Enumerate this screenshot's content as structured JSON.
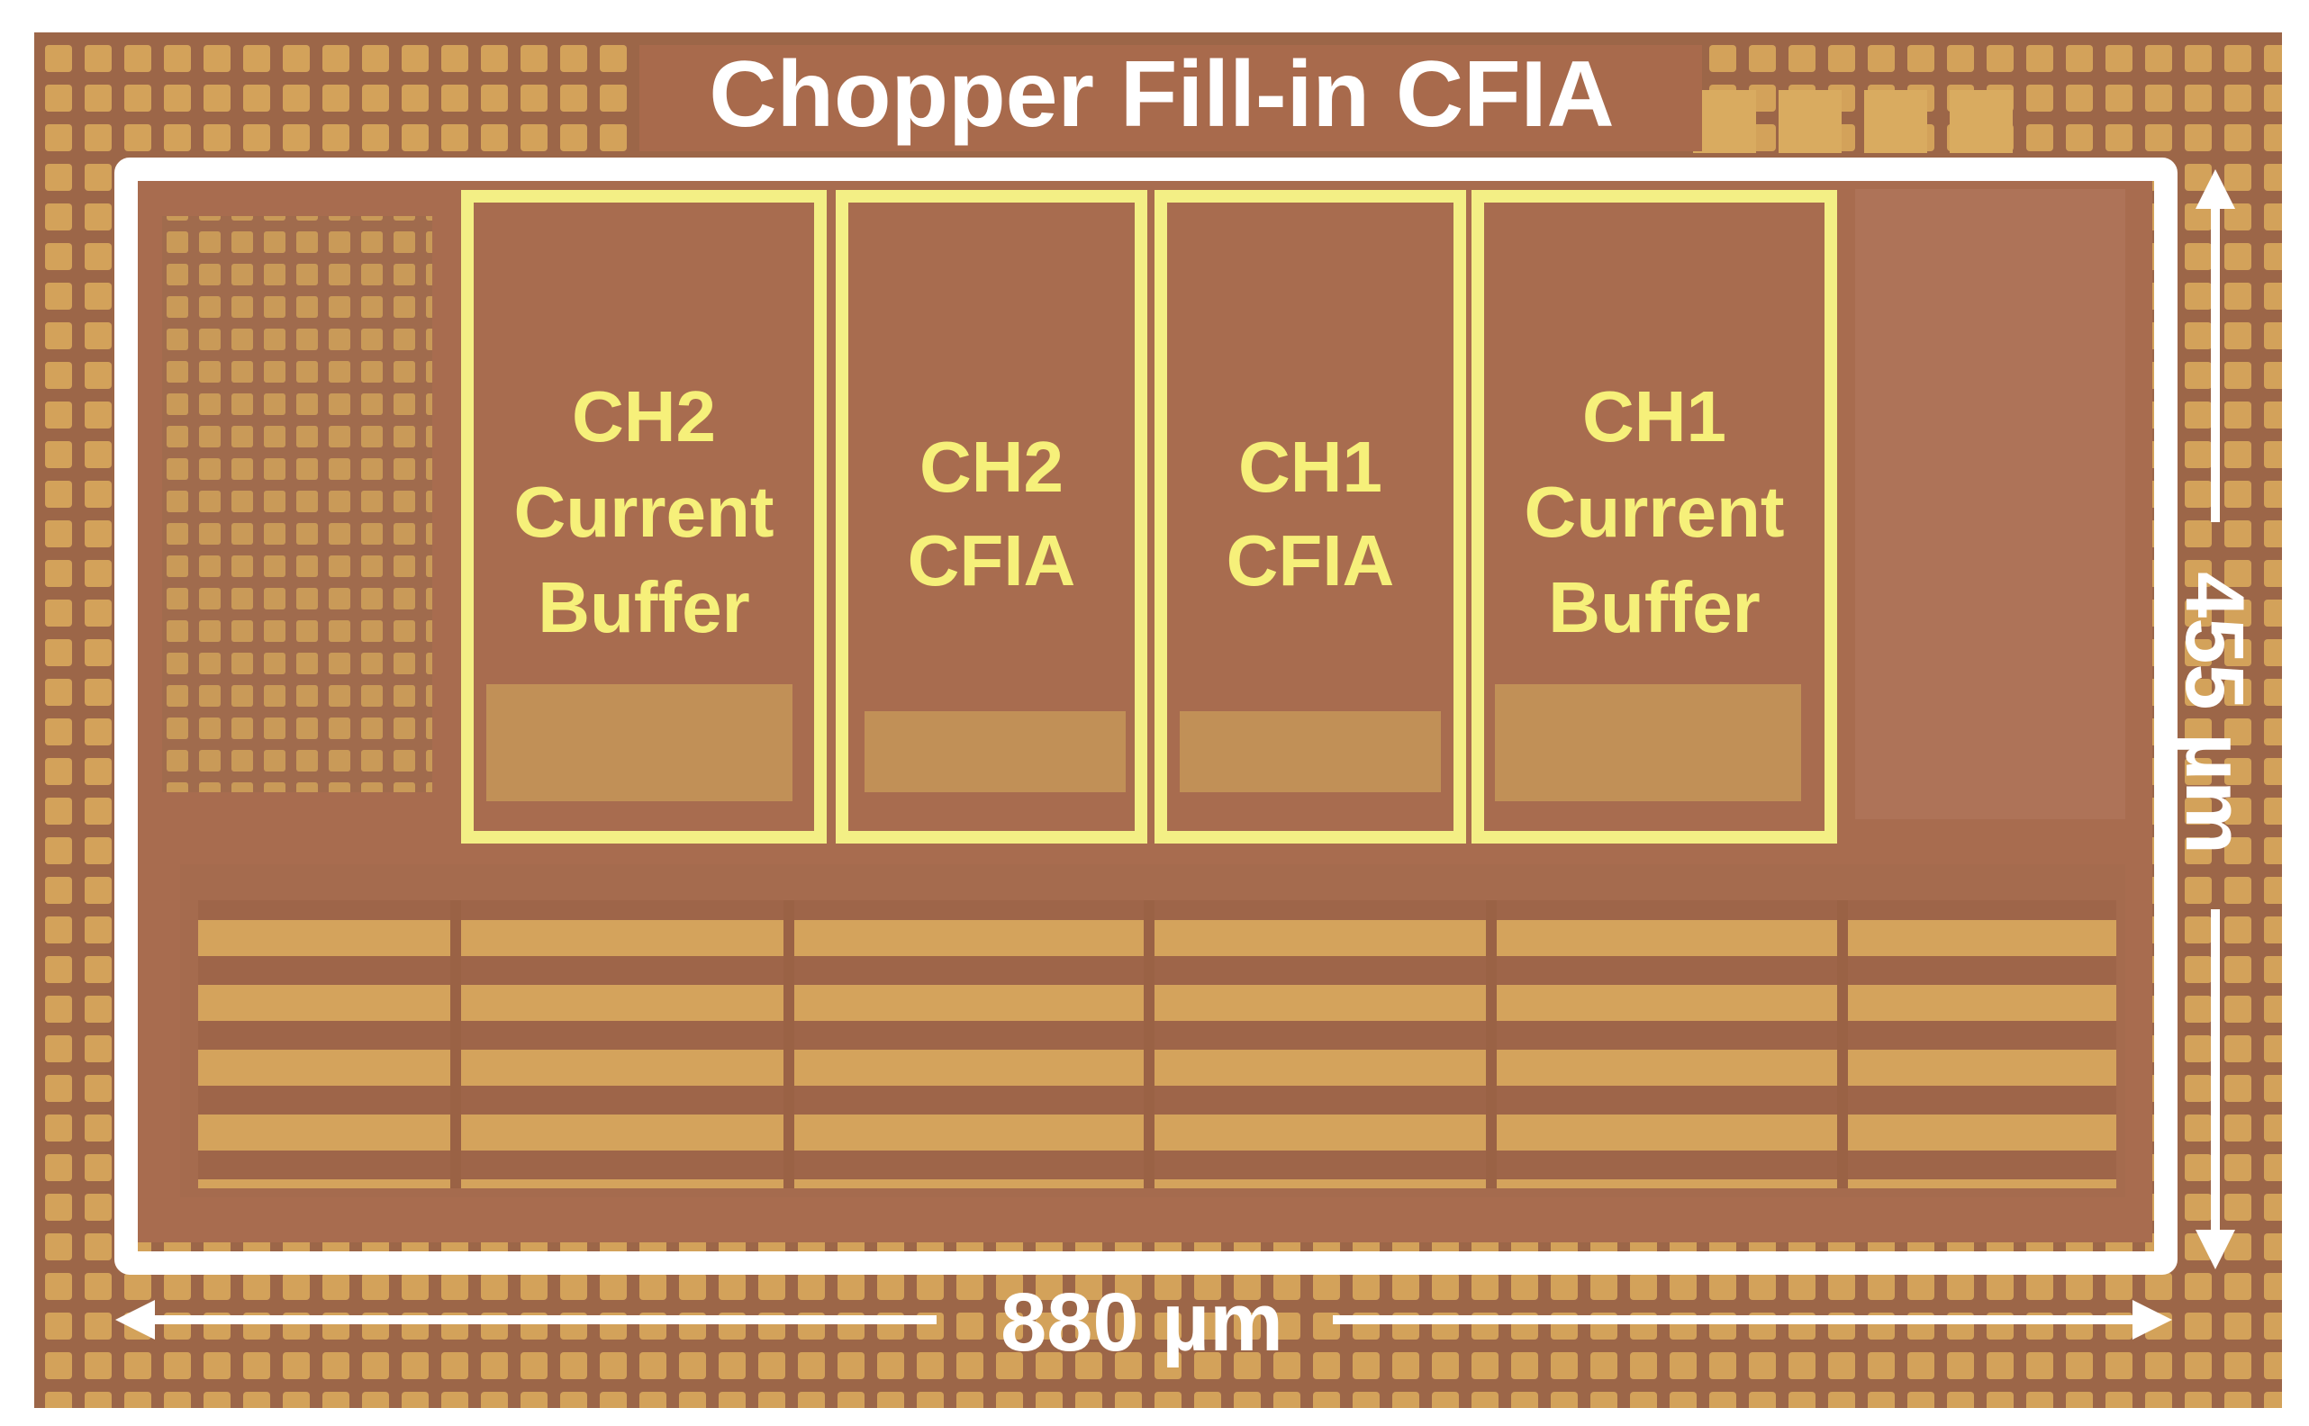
{
  "title": "Chopper Fill-in CFIA",
  "blocks": [
    {
      "line1": "CH2",
      "line2": "Current",
      "line3": "Buffer"
    },
    {
      "line1": "CH2",
      "line2": "CFIA"
    },
    {
      "line1": "CH1",
      "line2": "CFIA"
    },
    {
      "line1": "CH1",
      "line2": "Current",
      "line3": "Buffer"
    }
  ],
  "dimensions": {
    "width": "880 µm",
    "height": "455 µm"
  },
  "colors": {
    "die": "#a86a4c",
    "pad": "#d7a85a",
    "outline": "#ffffff",
    "block_outline": "#f3ef85",
    "block_text": "#f6f07a"
  }
}
